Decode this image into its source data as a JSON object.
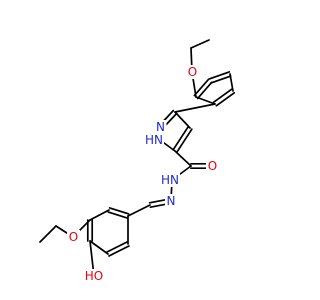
{
  "colors": {
    "bond": "#000000",
    "oxygen": "#e8000b",
    "nitrogen": "#1f2ad6",
    "background": "#ffffff"
  },
  "molecule": {
    "atoms": {
      "o_ethoxy_top": {
        "label": "O",
        "element": "oxygen"
      },
      "n_pyrazole": {
        "label": "N",
        "element": "nitrogen"
      },
      "nh_pyrazole": {
        "label": "HN",
        "element": "nitrogen"
      },
      "o_carbonyl": {
        "label": "O",
        "element": "oxygen"
      },
      "nh_hydrazide": {
        "label": "HN",
        "element": "nitrogen"
      },
      "n_imine": {
        "label": "N",
        "element": "nitrogen"
      },
      "o_ethoxy_bottom": {
        "label": "O",
        "element": "oxygen"
      },
      "oh_phenol": {
        "label": "HO",
        "element": "oxygen"
      }
    }
  }
}
